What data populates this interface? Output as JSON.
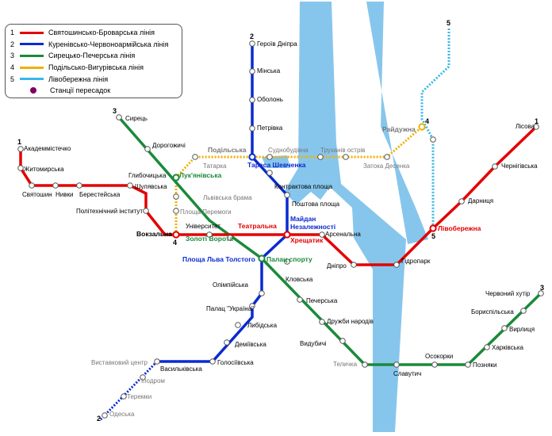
{
  "colors": {
    "red": "#e30000",
    "blue": "#0a2ad0",
    "green": "#1a8a3a",
    "orange": "#f0b000",
    "cyan": "#39b7e8",
    "river": "#87c6ec",
    "transfer": "#800060"
  },
  "legend": [
    {
      "num": "1",
      "label": "Святошинсько-Броварська лінія",
      "color": "#e30000"
    },
    {
      "num": "2",
      "label": "Куренівсько-Червоноармійська лінія",
      "color": "#0a2ad0"
    },
    {
      "num": "3",
      "label": "Сирецько-Печерська лінія",
      "color": "#1a8a3a"
    },
    {
      "num": "4",
      "label": "Подільсько-Вигурівська лінія",
      "color": "#f0b000"
    },
    {
      "num": "5",
      "label": "Лівобережна лінія",
      "color": "#39b7e8"
    },
    {
      "num": "",
      "label": "Станції пересадок",
      "color": "#800060"
    }
  ],
  "line_numbers": {
    "l1_start": "1",
    "l1_end": "1",
    "l2_start": "2",
    "l2_end": "2",
    "l3_start": "3",
    "l3_end": "3",
    "l4_start": "4",
    "l4_end": "4",
    "l5_start": "5",
    "l5_end": "5"
  },
  "stations": {
    "akademmistechko": "Академмістечко",
    "zhytomyrska": "Житомирська",
    "sviatoshyn": "Святошин",
    "nyvky": "Нивки",
    "beresteiska": "Берестейська",
    "shuliavska": "Шулявська",
    "politekh": "Політехнічний інститут",
    "vokzalna": "Вокзальна",
    "universytet": "Університет",
    "teatralna": "Театральна",
    "khreshchatyk": "Хрещатик",
    "arsenalna": "Арсенальна",
    "dnipro": "Дніпро",
    "hidropark": "Гідропарк",
    "livoberezhna": "Лівобережна",
    "darnytsia": "Дарниця",
    "chernihivska": "Чернігівська",
    "lisova": "Лісова",
    "heroiv_dnipra": "Героїв Дніпра",
    "minska": "Мінська",
    "obolon": "Оболонь",
    "petrivka": "Петрівка",
    "tarasa": "Тараса Шевченка",
    "kontraktova": "Контрактова площа",
    "poshtova": "Поштова площа",
    "maidan1": "Майдан",
    "maidan2": "Незалежності",
    "lva_tolstoho": "Площа Льва Толстого",
    "olimpiiska": "Олімпійська",
    "palats_ukraina": "Палац \"Україна\"",
    "lybidska": "Либідська",
    "demiivska": "Деміївська",
    "holosiivska": "Голосіївська",
    "vasylkivska": "Васильківська",
    "vystavkovyi": "Виставковий центр",
    "ipodrom": "Іподром",
    "teremky": "Теремки",
    "odeska": "Одеська",
    "syrets": "Сирець",
    "dorohozhychi": "Дорогожичі",
    "lukianivska": "Лук'янівська",
    "zoloti_vorota": "Золоті Ворота",
    "palats_sportu": "Палац спорту",
    "klovska": "Кловська",
    "pecherska": "Печерська",
    "druzhby": "Дружби народів",
    "vydubychi": "Видубичі",
    "slavutych": "Славутич",
    "osokorky": "Осокорки",
    "pozniaky": "Позняки",
    "kharkivska": "Харківська",
    "vyrlytsia": "Вирлиця",
    "boryspilska": "Бориспільська",
    "chervonyi_khutir": "Червоний хутір",
    "podilska": "Подільська",
    "tatarka": "Татарка",
    "hlybochytska": "Глибочицька",
    "lvivska_brama": "Львівська брама",
    "ploshcha_peremohy": "Площа Перемоги",
    "sudnobudivna": "Суднобудівна",
    "trukhaniv": "Труханів острів",
    "zatoka": "Затока Десенка",
    "raiduzhna": "Райдужна",
    "telychka": "Теличка"
  }
}
